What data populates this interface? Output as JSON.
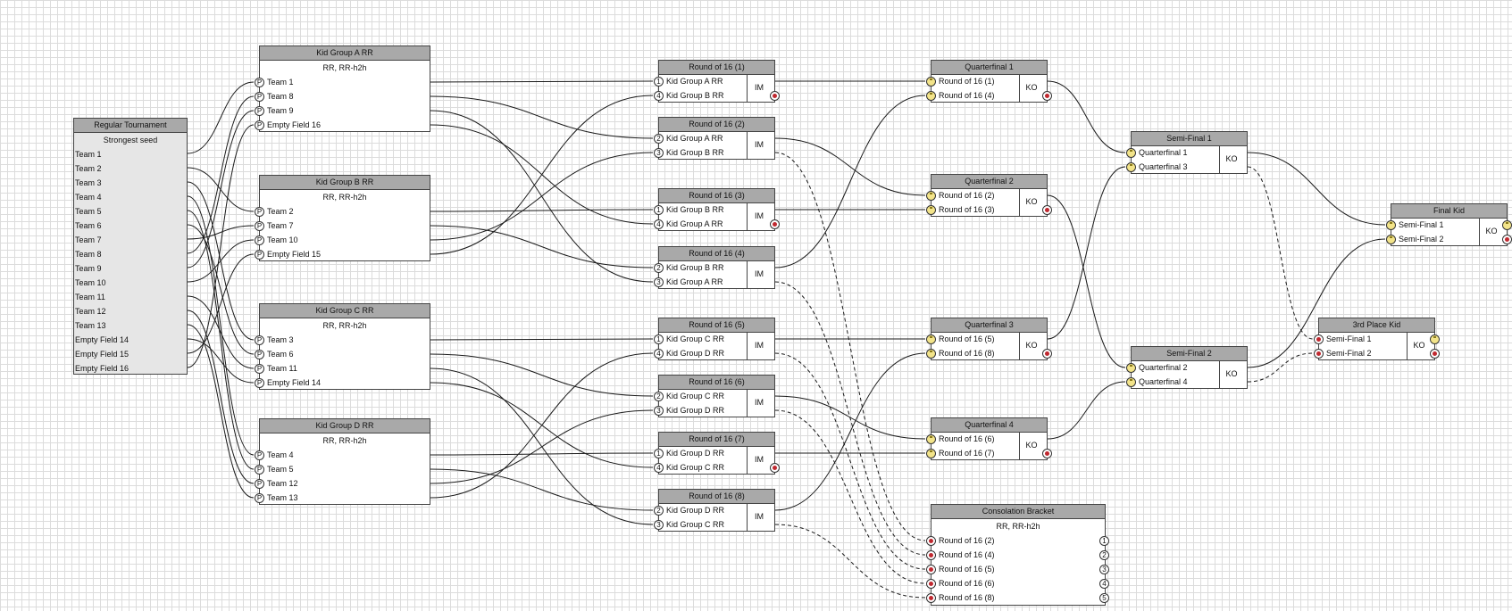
{
  "source": {
    "title": "Regular Tournament",
    "subtitle": "Strongest seed",
    "teams": [
      "Team 1",
      "Team 2",
      "Team 3",
      "Team 4",
      "Team 5",
      "Team 6",
      "Team 7",
      "Team 8",
      "Team 9",
      "Team 10",
      "Team 11",
      "Team 12",
      "Team 13",
      "Empty Field 14",
      "Empty Field 15",
      "Empty Field 16"
    ]
  },
  "groups": [
    {
      "title": "Kid Group A RR",
      "subtitle": "RR, RR-h2h",
      "port": "P",
      "teams": [
        "Team 1",
        "Team 8",
        "Team 9",
        "Empty Field 16"
      ]
    },
    {
      "title": "Kid Group B RR",
      "subtitle": "RR, RR-h2h",
      "port": "P",
      "teams": [
        "Team 2",
        "Team 7",
        "Team 10",
        "Empty Field 15"
      ]
    },
    {
      "title": "Kid Group C RR",
      "subtitle": "RR, RR-h2h",
      "port": "P",
      "teams": [
        "Team 3",
        "Team 6",
        "Team 11",
        "Empty Field 14"
      ]
    },
    {
      "title": "Kid Group D RR",
      "subtitle": "RR, RR-h2h",
      "port": "P",
      "teams": [
        "Team 4",
        "Team 5",
        "Team 12",
        "Team 13"
      ]
    }
  ],
  "r16": [
    {
      "title": "Round of 16 (1)",
      "mode": "IM",
      "slots": [
        {
          "n": "1",
          "label": "Kid Group A RR"
        },
        {
          "n": "4",
          "label": "Kid Group B RR"
        }
      ]
    },
    {
      "title": "Round of 16 (2)",
      "mode": "IM",
      "slots": [
        {
          "n": "2",
          "label": "Kid Group A RR"
        },
        {
          "n": "3",
          "label": "Kid Group B RR"
        }
      ]
    },
    {
      "title": "Round of 16 (3)",
      "mode": "IM",
      "slots": [
        {
          "n": "1",
          "label": "Kid Group B RR"
        },
        {
          "n": "4",
          "label": "Kid Group A RR"
        }
      ]
    },
    {
      "title": "Round of 16 (4)",
      "mode": "IM",
      "slots": [
        {
          "n": "2",
          "label": "Kid Group B RR"
        },
        {
          "n": "3",
          "label": "Kid Group A RR"
        }
      ]
    },
    {
      "title": "Round of 16 (5)",
      "mode": "IM",
      "slots": [
        {
          "n": "1",
          "label": "Kid Group C RR"
        },
        {
          "n": "4",
          "label": "Kid Group D RR"
        }
      ]
    },
    {
      "title": "Round of 16 (6)",
      "mode": "IM",
      "slots": [
        {
          "n": "2",
          "label": "Kid Group C RR"
        },
        {
          "n": "3",
          "label": "Kid Group D RR"
        }
      ]
    },
    {
      "title": "Round of 16 (7)",
      "mode": "IM",
      "slots": [
        {
          "n": "1",
          "label": "Kid Group D RR"
        },
        {
          "n": "4",
          "label": "Kid Group C RR"
        }
      ]
    },
    {
      "title": "Round of 16 (8)",
      "mode": "IM",
      "slots": [
        {
          "n": "2",
          "label": "Kid Group D RR"
        },
        {
          "n": "3",
          "label": "Kid Group C RR"
        }
      ]
    }
  ],
  "qf": [
    {
      "title": "Quarterfinal 1",
      "mode": "KO",
      "slots": [
        "Round of 16 (1)",
        "Round of 16 (4)"
      ]
    },
    {
      "title": "Quarterfinal 2",
      "mode": "KO",
      "slots": [
        "Round of 16 (2)",
        "Round of 16 (3)"
      ]
    },
    {
      "title": "Quarterfinal 3",
      "mode": "KO",
      "slots": [
        "Round of 16 (5)",
        "Round of 16 (8)"
      ]
    },
    {
      "title": "Quarterfinal 4",
      "mode": "KO",
      "slots": [
        "Round of 16 (6)",
        "Round of 16 (7)"
      ]
    }
  ],
  "sf": [
    {
      "title": "Semi-Final 1",
      "mode": "KO",
      "slots": [
        "Quarterfinal 1",
        "Quarterfinal 3"
      ]
    },
    {
      "title": "Semi-Final 2",
      "mode": "KO",
      "slots": [
        "Quarterfinal 2",
        "Quarterfinal 4"
      ]
    }
  ],
  "final": {
    "title": "Final Kid",
    "mode": "KO",
    "slots": [
      "Semi-Final 1",
      "Semi-Final 2"
    ]
  },
  "third": {
    "title": "3rd Place Kid",
    "mode": "KO",
    "slots": [
      "Semi-Final 1",
      "Semi-Final 2"
    ]
  },
  "consolation": {
    "title": "Consolation Bracket",
    "subtitle": "RR, RR-h2h",
    "slots": [
      "Round of 16 (2)",
      "Round of 16 (4)",
      "Round of 16 (5)",
      "Round of 16 (6)",
      "Round of 16 (8)"
    ],
    "ranks": [
      "1",
      "2",
      "3",
      "4",
      "5"
    ]
  },
  "colors": {
    "header": "#a9a9a9",
    "winner_port": "#f3e48a",
    "loser_port": "#c0282f",
    "grid": "#dcdcdc"
  }
}
